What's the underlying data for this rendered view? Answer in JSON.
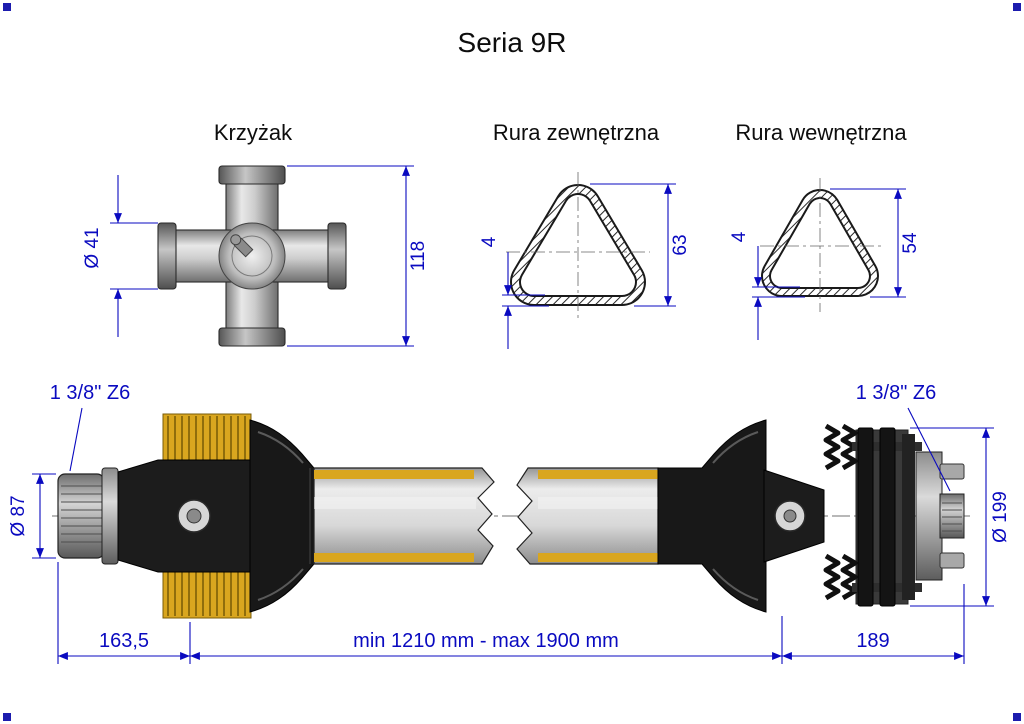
{
  "title": "Seria 9R",
  "colors": {
    "dimension_blue": "#0a0ac0",
    "guard_yellow": "#d9a61f",
    "part_black": "#181818"
  },
  "labels": {
    "cross": "Krzyżak",
    "outer_tube": "Rura zewnętrzna",
    "inner_tube": "Rura wewnętrzna"
  },
  "dimensions": {
    "cross_cap_diameter": "Ø 41",
    "cross_height": "118",
    "outer_tube_wall": "4",
    "outer_tube_size": "63",
    "inner_tube_wall": "4",
    "inner_tube_size": "54",
    "spline_left": "1 3/8\" Z6",
    "spline_right": "1 3/8\" Z6",
    "shaft_end_diameter": "Ø 87",
    "clutch_diameter": "Ø 199",
    "left_section_length": "163,5",
    "telescopic_length": "min 1210 mm - max 1900 mm",
    "right_section_length": "189"
  }
}
